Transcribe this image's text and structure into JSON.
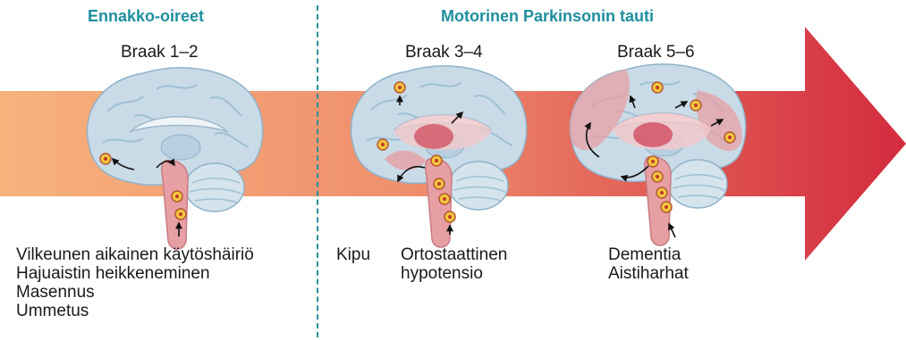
{
  "headings": {
    "prodromal": "Ennakko-oireet",
    "motor": "Motorinen Parkinsonin tauti"
  },
  "stages": [
    "Braak 1–2",
    "Braak 3–4",
    "Braak 5–6"
  ],
  "symptoms": {
    "early": [
      "Vilkeunen aikainen käytöshäiriö",
      "Hajuaistin heikkeneminen",
      "Masennus",
      "Ummetus"
    ],
    "middle_left": [
      "Kipu"
    ],
    "middle_right": [
      "Ortostaattinen",
      "hypotensio"
    ],
    "late": [
      "Dementia",
      "Aistiharhat"
    ]
  },
  "colors": {
    "heading": "#1f8f9f",
    "arrow_start": "#f7b27c",
    "arrow_end": "#d32b3e",
    "brain": "#c9dbe7",
    "affected": "#e6a0a4",
    "lewy_dot": "#f3c640"
  }
}
